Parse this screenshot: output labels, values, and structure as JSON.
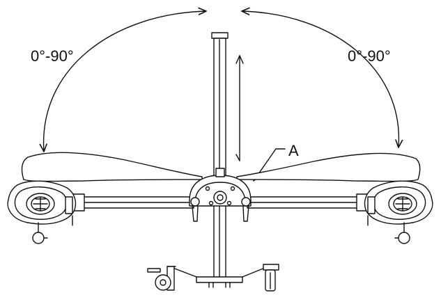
{
  "labels": {
    "angle_left": "0°-90°",
    "angle_right": "0°-90°",
    "callout": "A"
  },
  "colors": {
    "line": "#111111",
    "fill": "#ffffff"
  },
  "icons": {
    "pivot_arrow_left": "curved-arrow",
    "pivot_arrow_right": "curved-arrow",
    "height_arrow": "vertical-double-arrow"
  }
}
